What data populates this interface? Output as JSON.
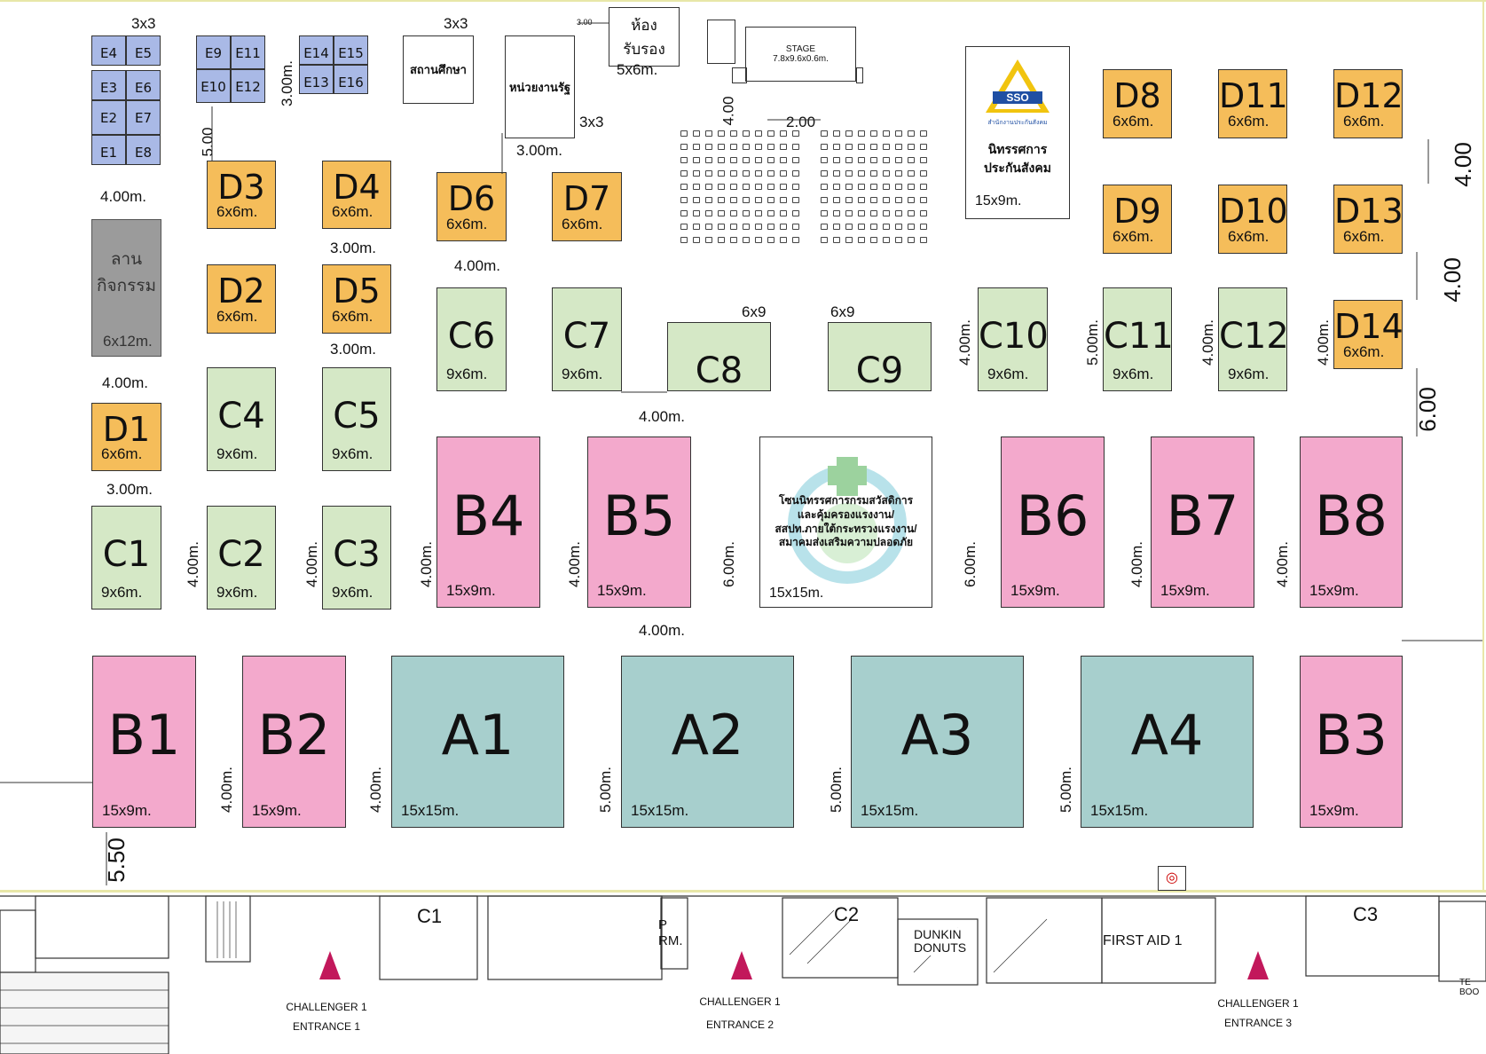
{
  "booths": {
    "E": [
      {
        "code": "E4"
      },
      {
        "code": "E5"
      },
      {
        "code": "E3"
      },
      {
        "code": "E6"
      },
      {
        "code": "E2"
      },
      {
        "code": "E7"
      },
      {
        "code": "E1"
      },
      {
        "code": "E8"
      },
      {
        "code": "E9"
      },
      {
        "code": "E11"
      },
      {
        "code": "E10"
      },
      {
        "code": "E12"
      },
      {
        "code": "E14"
      },
      {
        "code": "E15"
      },
      {
        "code": "E13"
      },
      {
        "code": "E16"
      }
    ],
    "D": [
      {
        "code": "D3",
        "size": "6x6m."
      },
      {
        "code": "D4",
        "size": "6x6m."
      },
      {
        "code": "D2",
        "size": "6x6m."
      },
      {
        "code": "D5",
        "size": "6x6m."
      },
      {
        "code": "D1",
        "size": "6x6m."
      },
      {
        "code": "D6",
        "size": "6x6m."
      },
      {
        "code": "D7",
        "size": "6x6m."
      },
      {
        "code": "D8",
        "size": "6x6m."
      },
      {
        "code": "D11",
        "size": "6x6m."
      },
      {
        "code": "D12",
        "size": "6x6m."
      },
      {
        "code": "D9",
        "size": "6x6m."
      },
      {
        "code": "D10",
        "size": "6x6m."
      },
      {
        "code": "D13",
        "size": "6x6m."
      },
      {
        "code": "D14",
        "size": "6x6m."
      }
    ],
    "C": [
      {
        "code": "C4",
        "size": "9x6m."
      },
      {
        "code": "C5",
        "size": "9x6m."
      },
      {
        "code": "C1",
        "size": "9x6m."
      },
      {
        "code": "C2",
        "size": "9x6m."
      },
      {
        "code": "C3",
        "size": "9x6m."
      },
      {
        "code": "C6",
        "size": "9x6m."
      },
      {
        "code": "C7",
        "size": "9x6m."
      },
      {
        "code": "C8",
        "size": "6x9"
      },
      {
        "code": "C9",
        "size": "6x9"
      },
      {
        "code": "C10",
        "size": "9x6m."
      },
      {
        "code": "C11",
        "size": "9x6m."
      },
      {
        "code": "C12",
        "size": "9x6m."
      }
    ],
    "B": [
      {
        "code": "B4",
        "size": "15x9m."
      },
      {
        "code": "B5",
        "size": "15x9m."
      },
      {
        "code": "B6",
        "size": "15x9m."
      },
      {
        "code": "B7",
        "size": "15x9m."
      },
      {
        "code": "B8",
        "size": "15x9m."
      },
      {
        "code": "B1",
        "size": "15x9m."
      },
      {
        "code": "B2",
        "size": "15x9m."
      },
      {
        "code": "B3",
        "size": "15x9m."
      }
    ],
    "A": [
      {
        "code": "A1",
        "size": "15x15m."
      },
      {
        "code": "A2",
        "size": "15x15m."
      },
      {
        "code": "A3",
        "size": "15x15m."
      },
      {
        "code": "A4",
        "size": "15x15m."
      }
    ]
  },
  "labels": {
    "activity_area": "ลาน\nกิจกรรม",
    "activity_size": "6x12m.",
    "education": "สถานศึกษา",
    "education_size": "3x3",
    "gov": "หน่วยงานรัฐ",
    "gov_size": "3x3",
    "reception": "ห้องรับรอง",
    "reception_size": "5x6m.",
    "reception_dim": "3.00",
    "stage": "STAGE",
    "stage_size": "7.8x9.6x0.6m.",
    "sso_logo_text": "สำนักงานประกันสังคม",
    "sso_title": "นิทรรศการ\nประกันสังคม",
    "sso_size": "15x9m.",
    "welfare_title": "โซนนิทรรศการกรมสวัสดิการ\nและคุ้มครองแรงงาน/\nสสปท.ภายใต้กระทรวงแรงงาน/\nสมาคมส่งเสริมความปลอดภัย",
    "welfare_size": "15x15m.",
    "e_block_size": "3x3",
    "c8_size_top": "6x9",
    "c9_size_top": "6x9"
  },
  "dimensions": {
    "d_4_00": "4.00m.",
    "d_3_00": "3.00m.",
    "d_5_00": "5.00",
    "d_4": "4.00",
    "d_6": "6.00",
    "d_2": "2.00",
    "d_5_50": "5.50",
    "d_6_00m": "6.00m.",
    "d_5_00m": "5.00m."
  },
  "building": {
    "rooms": [
      "C1",
      "C2",
      "C3",
      "P\nRM.",
      "DUNKIN\nDONUTS",
      "FIRST AID 1"
    ],
    "entrances": [
      {
        "line1": "CHALLENGER 1",
        "line2": "ENTRANCE 1"
      },
      {
        "line1": "CHALLENGER 1",
        "line2": "ENTRANCE 2"
      },
      {
        "line1": "CHALLENGER 1",
        "line2": "ENTRANCE 3"
      }
    ],
    "edge_text": "TE\nBOO"
  },
  "colors": {
    "A": "#a7cfcd",
    "B": "#f3a9cc",
    "C": "#d5e8c6",
    "D": "#f5bd5a",
    "E": "#a9b9e6",
    "entrance": "#c2185b"
  }
}
